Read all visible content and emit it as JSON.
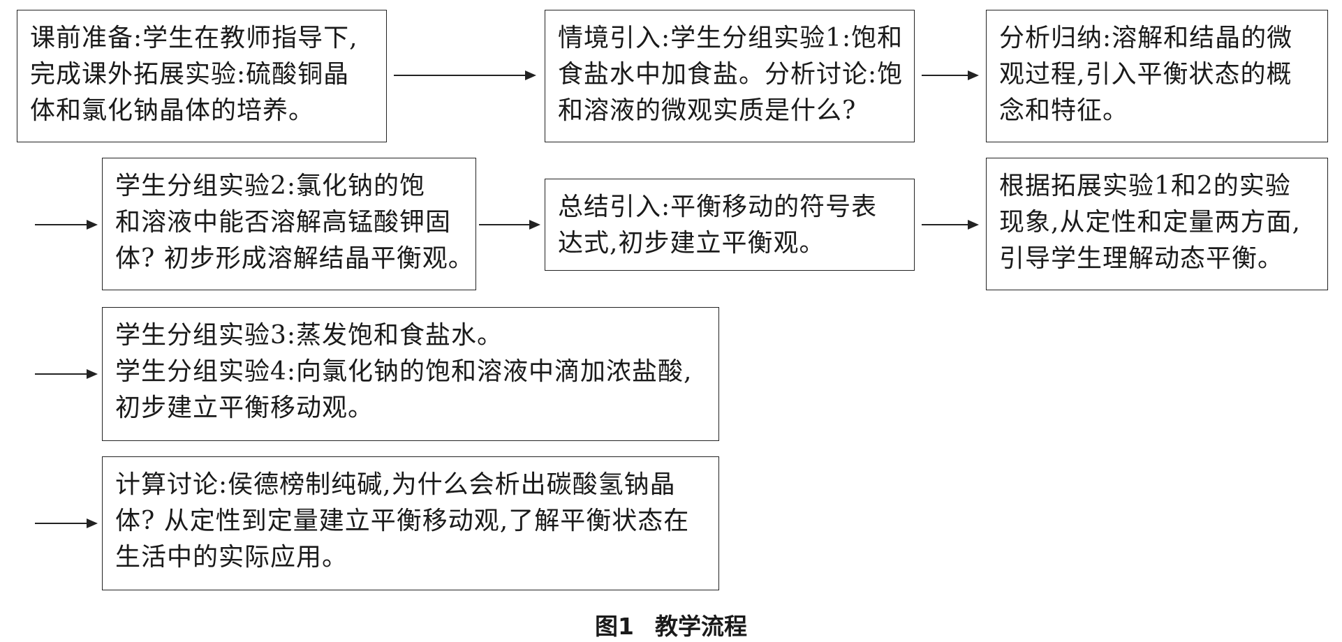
{
  "diagram": {
    "box1": {
      "lines": [
        "课前准备:学生在教师指导下,",
        "完成课外拓展实验:硫酸铜晶",
        "体和氯化钠晶体的培养。"
      ]
    },
    "box2": {
      "lines": [
        "情境引入:学生分组实验1:饱和",
        "食盐水中加食盐。分析讨论:饱",
        "和溶液的微观实质是什么?"
      ]
    },
    "box3": {
      "lines": [
        "分析归纳:溶解和结晶的微",
        "观过程,引入平衡状态的概",
        "念和特征。"
      ]
    },
    "box4": {
      "lines": [
        "学生分组实验2:氯化钠的饱",
        "和溶液中能否溶解高锰酸钾固",
        "体? 初步形成溶解结晶平衡观。"
      ]
    },
    "box5": {
      "lines": [
        "总结引入:平衡移动的符号表",
        "达式,初步建立平衡观。"
      ]
    },
    "box6": {
      "lines": [
        "根据拓展实验1和2的实验",
        "现象,从定性和定量两方面,",
        "引导学生理解动态平衡。"
      ]
    },
    "box7": {
      "lines": [
        "学生分组实验3:蒸发饱和食盐水。",
        "学生分组实验4:向氯化钠的饱和溶液中滴加浓盐酸,",
        "初步建立平衡移动观。"
      ]
    },
    "box8": {
      "lines": [
        "计算讨论:侯德榜制纯碱,为什么会析出碳酸氢钠晶",
        "体? 从定性到定量建立平衡移动观,了解平衡状态在",
        "生活中的实际应用。"
      ]
    }
  },
  "caption": {
    "figure_label": "图1",
    "title": "教学流程"
  }
}
